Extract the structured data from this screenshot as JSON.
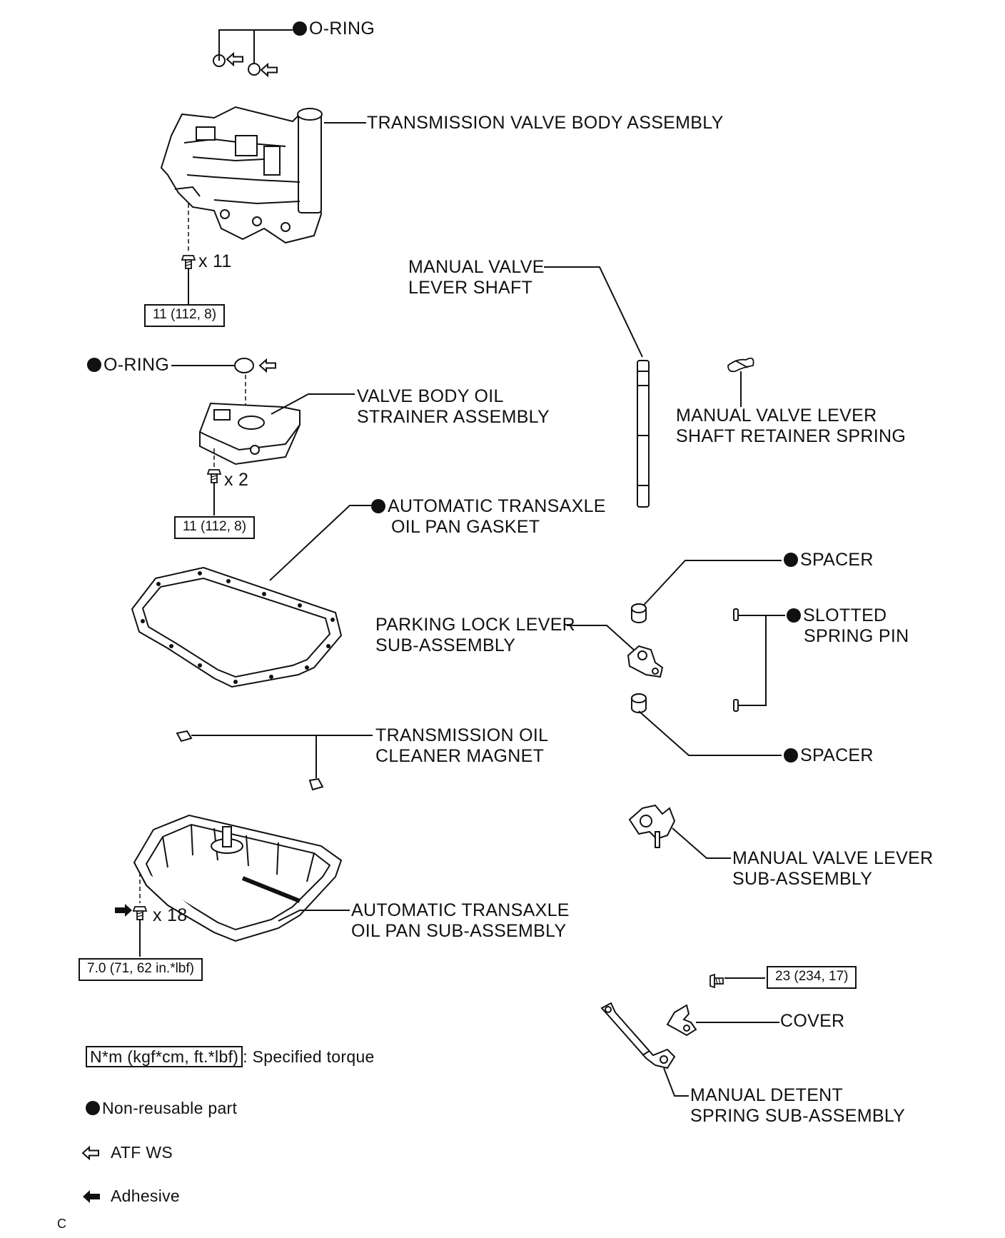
{
  "labels": {
    "oring_top": "O-RING",
    "valve_body": "TRANSMISSION VALVE BODY ASSEMBLY",
    "qty_valve_body_bolts": "x 11",
    "manual_valve_lever_shaft": [
      "MANUAL VALVE",
      "LEVER SHAFT"
    ],
    "oring_mid": "O-RING",
    "strainer": [
      "VALVE BODY OIL",
      "STRAINER ASSEMBLY"
    ],
    "retainer_spring": [
      "MANUAL VALVE LEVER",
      "SHAFT RETAINER SPRING"
    ],
    "qty_strainer_bolts": "x 2",
    "pan_gasket": [
      "AUTOMATIC TRANSAXLE",
      "OIL PAN GASKET"
    ],
    "spacer_top": "SPACER",
    "slotted_pin": [
      "SLOTTED",
      "SPRING PIN"
    ],
    "parking_lock_lever": [
      "PARKING LOCK LEVER",
      "SUB-ASSEMBLY"
    ],
    "spacer_bottom": "SPACER",
    "magnet": [
      "TRANSMISSION OIL",
      "CLEANER MAGNET"
    ],
    "manual_valve_lever": [
      "MANUAL VALVE LEVER",
      "SUB-ASSEMBLY"
    ],
    "oil_pan": [
      "AUTOMATIC TRANSAXLE",
      "OIL PAN SUB-ASSEMBLY"
    ],
    "qty_pan_bolts": "x 18",
    "cover": "COVER",
    "detent_spring": [
      "MANUAL DETENT",
      "SPRING SUB-ASSEMBLY"
    ]
  },
  "torques": {
    "valve_body": "11 (112, 8)",
    "strainer": "11 (112, 8)",
    "oil_pan": "7.0 (71, 62 in.*lbf)",
    "detent": "23 (234, 17)"
  },
  "legend": {
    "torque_box": "N*m (kgf*cm, ft.*lbf)",
    "torque_text": ": Specified torque",
    "nonreusable": "Non-reusable part",
    "atf": "ATF WS",
    "adhesive": "Adhesive"
  },
  "corner_code": "C",
  "symbols": {
    "non_reusable": "filled-circle-icon",
    "atf_ws": "hollow-arrow-icon",
    "adhesive": "solid-arrow-icon"
  }
}
